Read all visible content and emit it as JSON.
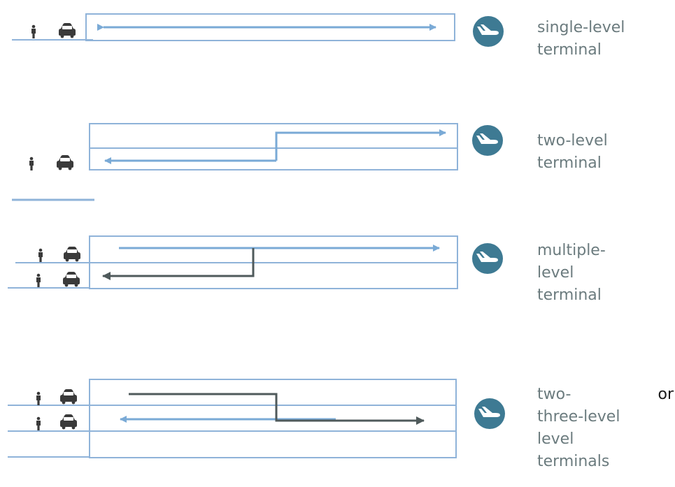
{
  "colors": {
    "frame": "#8fb3d9",
    "arrow_light": "#7aaad6",
    "arrow_dark": "#4f5a5b",
    "plane_circle": "#3e7a93",
    "icon_dark": "#3a3a3a",
    "label_text": "#6b7b7e",
    "label_accent": "#1a1a1a"
  },
  "icons": {
    "person": "person-icon",
    "car": "car-icon",
    "plane": "airplane-icon"
  },
  "terminals": [
    {
      "id": "single-level",
      "label_lines": [
        "single-level",
        "terminal"
      ]
    },
    {
      "id": "two-level",
      "label_lines": [
        "two-level",
        "terminal"
      ]
    },
    {
      "id": "multiple-level",
      "label_lines": [
        "multiple-",
        "level",
        "terminal"
      ]
    },
    {
      "id": "two-or-three-level",
      "label_first_left": "two-",
      "label_first_right": "or",
      "label_lines": [
        "three-level",
        "level",
        "terminals"
      ]
    }
  ]
}
